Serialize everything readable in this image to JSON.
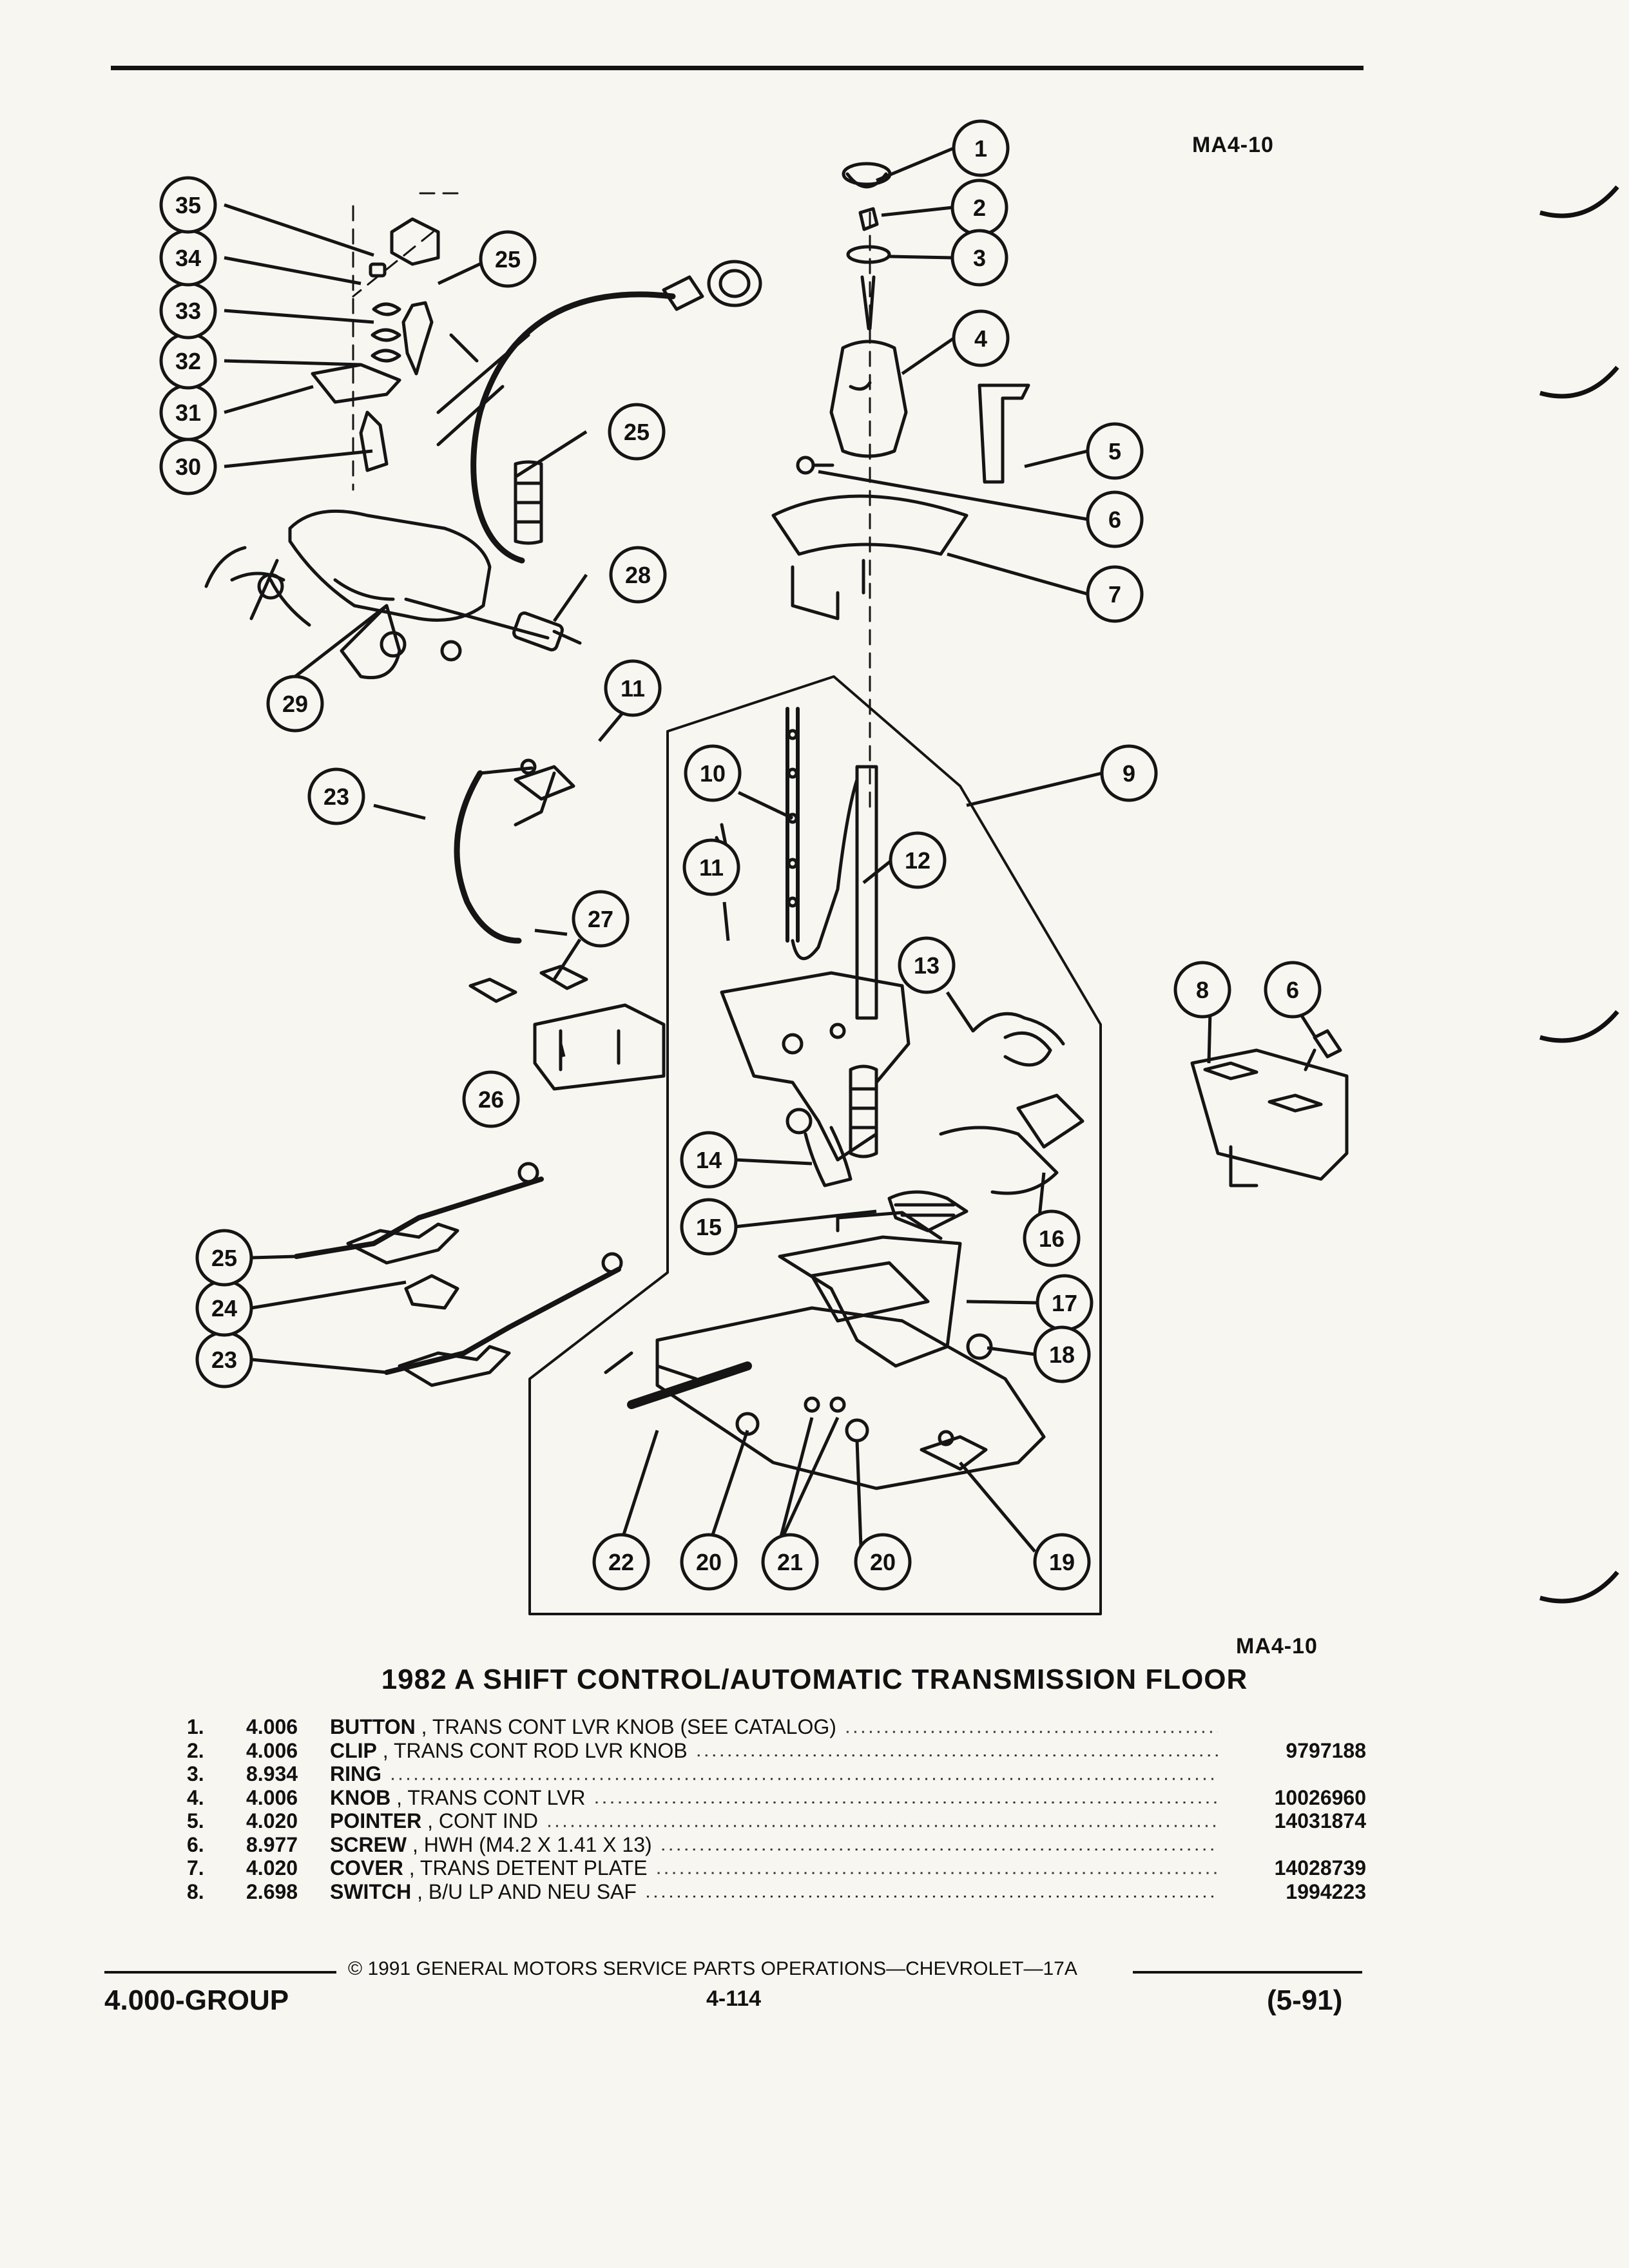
{
  "header": {
    "ref_top": "MA4-10",
    "ref_bottom": "MA4-10"
  },
  "callouts": [
    "1",
    "2",
    "3",
    "4",
    "5",
    "6",
    "7",
    "8",
    "9",
    "10",
    "11",
    "12",
    "13",
    "14",
    "15",
    "16",
    "17",
    "18",
    "19",
    "20",
    "21",
    "22",
    "23",
    "24",
    "25",
    "26",
    "27",
    "28",
    "29",
    "30",
    "31",
    "32",
    "33",
    "34",
    "35"
  ],
  "title": "1982 A SHIFT CONTROL/AUTOMATIC TRANSMISSION FLOOR",
  "parts": [
    {
      "num": "1.",
      "code": "4.006",
      "name": "BUTTON",
      "desc": " , TRANS CONT LVR KNOB (SEE CATALOG)",
      "pn": ""
    },
    {
      "num": "2.",
      "code": "4.006",
      "name": "CLIP",
      "desc": " , TRANS CONT ROD LVR KNOB",
      "pn": "9797188"
    },
    {
      "num": "3.",
      "code": "8.934",
      "name": "RING",
      "desc": "",
      "pn": ""
    },
    {
      "num": "4.",
      "code": "4.006",
      "name": "KNOB",
      "desc": " , TRANS CONT LVR",
      "pn": "10026960"
    },
    {
      "num": "5.",
      "code": "4.020",
      "name": "POINTER",
      "desc": " , CONT IND",
      "pn": "14031874"
    },
    {
      "num": "6.",
      "code": "8.977",
      "name": "SCREW",
      "desc": " , HWH (M4.2 X 1.41 X 13)",
      "pn": ""
    },
    {
      "num": "7.",
      "code": "4.020",
      "name": "COVER",
      "desc": " , TRANS DETENT PLATE",
      "pn": "14028739"
    },
    {
      "num": "8.",
      "code": "2.698",
      "name": "SWITCH",
      "desc": " , B/U LP AND NEU SAF",
      "pn": "1994223"
    }
  ],
  "footer": {
    "copyright": "© 1991 GENERAL MOTORS SERVICE PARTS OPERATIONS—CHEVROLET—17A",
    "group": "4.000-GROUP",
    "page": "4-114",
    "date": "(5-91)"
  }
}
